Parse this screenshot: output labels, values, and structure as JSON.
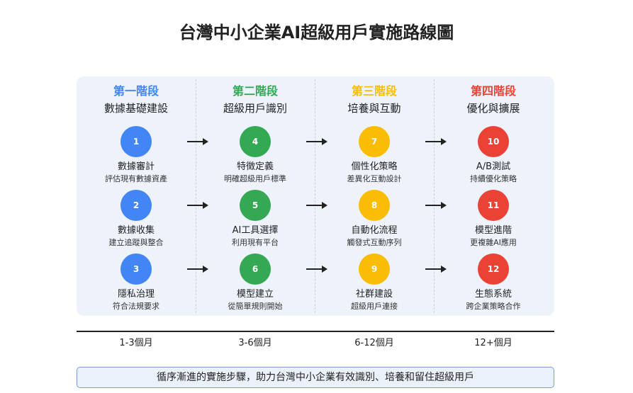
{
  "title": "台灣中小企業AI超級用戶實施路線圖",
  "colors": {
    "blue": "#4285f4",
    "green": "#34a853",
    "yellow": "#fbbc04",
    "red": "#ea4335"
  },
  "stages": [
    {
      "title": "第一階段",
      "subtitle": "數據基礎建設",
      "color": "#4285f4",
      "steps": [
        {
          "num": "1",
          "name": "數據審計",
          "desc": "評估現有數據資產"
        },
        {
          "num": "2",
          "name": "數據收集",
          "desc": "建立追蹤與整合"
        },
        {
          "num": "3",
          "name": "隱私治理",
          "desc": "符合法規要求"
        }
      ]
    },
    {
      "title": "第二階段",
      "subtitle": "超級用戶識別",
      "color": "#34a853",
      "steps": [
        {
          "num": "4",
          "name": "特徵定義",
          "desc": "明確超級用戶標準"
        },
        {
          "num": "5",
          "name": "AI工具選擇",
          "desc": "利用現有平台"
        },
        {
          "num": "6",
          "name": "模型建立",
          "desc": "從簡單規則開始"
        }
      ]
    },
    {
      "title": "第三階段",
      "subtitle": "培養與互動",
      "color": "#fbbc04",
      "steps": [
        {
          "num": "7",
          "name": "個性化策略",
          "desc": "差異化互動設計"
        },
        {
          "num": "8",
          "name": "自動化流程",
          "desc": "觸發式互動序列"
        },
        {
          "num": "9",
          "name": "社群建設",
          "desc": "超級用戶連接"
        }
      ]
    },
    {
      "title": "第四階段",
      "subtitle": "優化與擴展",
      "color": "#ea4335",
      "steps": [
        {
          "num": "10",
          "name": "A/B測試",
          "desc": "持續優化策略"
        },
        {
          "num": "11",
          "name": "模型進階",
          "desc": "更複雜AI應用"
        },
        {
          "num": "12",
          "name": "生態系統",
          "desc": "跨企業策略合作"
        }
      ]
    }
  ],
  "periods": [
    "1-3個月",
    "3-6個月",
    "6-12個月",
    "12+個月"
  ],
  "footer": "循序漸進的實施步驟，助力台灣中小企業有效識別、培養和留住超級用戶"
}
